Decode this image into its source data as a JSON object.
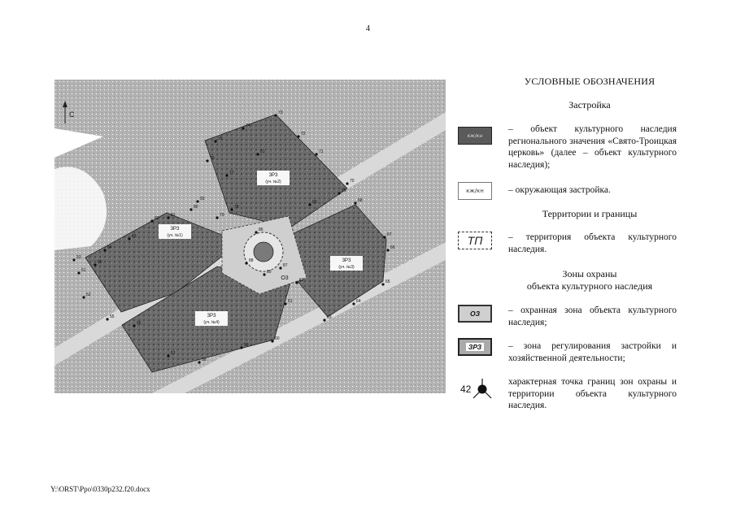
{
  "page_number": "4",
  "footer_path": "Y:\\ORST\\Ppo\\0330p232.f20.docx",
  "map": {
    "north_label": "С",
    "center_zone_label": "О3",
    "zones": [
      {
        "title": "ЗРЗ",
        "sub": "(уч. №1)"
      },
      {
        "title": "ЗРЗ",
        "sub": "(уч. №2)"
      },
      {
        "title": "ЗРЗ",
        "sub": "(уч. №3)"
      },
      {
        "title": "ЗРЗ",
        "sub": "(уч. №4)"
      }
    ],
    "point_numbers": [
      "53",
      "51",
      "52",
      "55",
      "56",
      "57",
      "58",
      "59",
      "60",
      "61",
      "62",
      "63",
      "64",
      "65",
      "66",
      "67",
      "68",
      "69",
      "70",
      "71",
      "72",
      "73",
      "74",
      "75",
      "76",
      "77",
      "78",
      "79",
      "80",
      "81",
      "82",
      "83",
      "84",
      "85",
      "86",
      "87",
      "88",
      "89",
      "90",
      "91",
      "92"
    ]
  },
  "legend": {
    "title": "УСЛОВНЫЕ ОБОЗНАЧЕНИЯ",
    "section_zastroyka": "Застройка",
    "item_okn": {
      "swatch": "кж/кн",
      "text": "– объект культурного наследия регионального значения «Свято-Троицкая церковь» (далее – объект культурного наследия);"
    },
    "item_surrounding": {
      "swatch": "кж/кн",
      "text": "– окружающая застройка."
    },
    "section_territories": "Территории и границы",
    "item_tp": {
      "swatch": "ТП",
      "text": "– территория объекта культурного наследия."
    },
    "section_zones": "Зоны охраны\nобъекта культурного наследия",
    "item_oz": {
      "swatch": "ОЗ",
      "text": "– охранная зона объекта культурного наследия;"
    },
    "item_zrz": {
      "swatch": "ЗРЗ",
      "text": "– зона регулирования застройки и хозяйственной деятельности;"
    },
    "item_point": {
      "number": "42",
      "text": "характерная точка границ зон охраны и территории объекта культурного наследия."
    }
  }
}
